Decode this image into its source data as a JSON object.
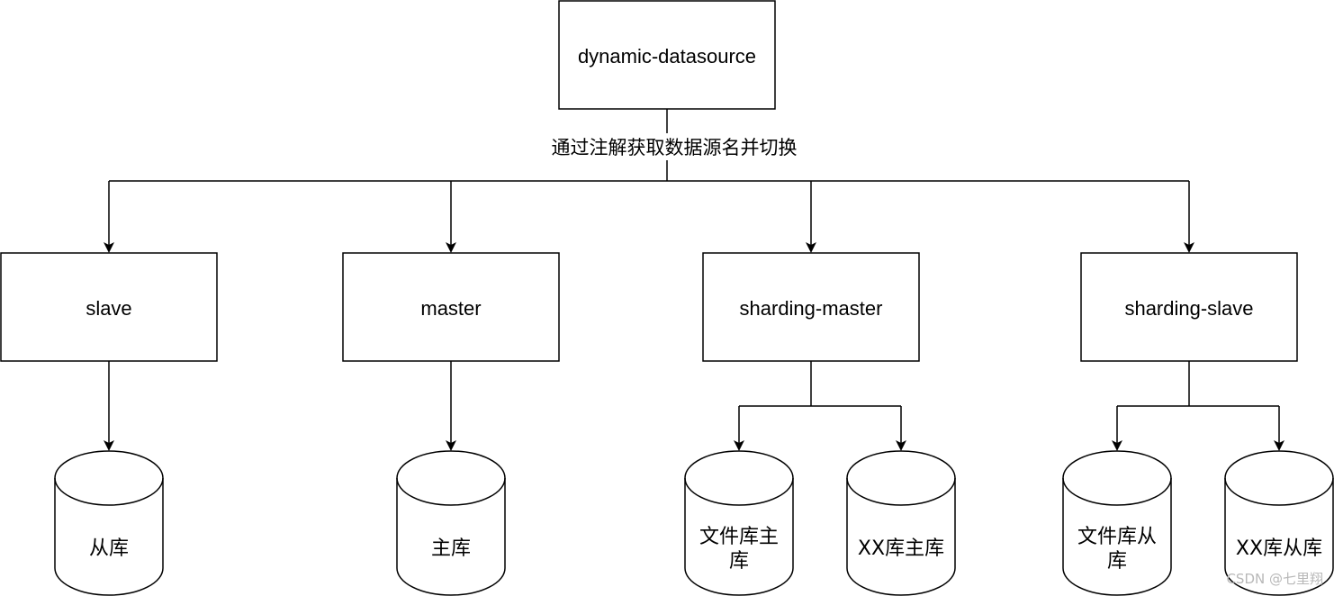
{
  "root": {
    "label": "dynamic-datasource"
  },
  "edge_label": "通过注解获取数据源名并切换",
  "nodes": {
    "slave": "slave",
    "master": "master",
    "sharding_master": "sharding-master",
    "sharding_slave": "sharding-slave"
  },
  "databases": {
    "slave_db": [
      "从库"
    ],
    "master_db": [
      "主库"
    ],
    "file_master_db": [
      "文件库主",
      "库"
    ],
    "xx_master_db": [
      "XX库主库"
    ],
    "file_slave_db": [
      "文件库从",
      "库"
    ],
    "xx_slave_db": [
      "XX库从库"
    ]
  },
  "watermark": "CSDN @七里翔",
  "colors": {
    "stroke": "#000000",
    "fill": "#ffffff",
    "watermark": "#b8b8b8"
  }
}
